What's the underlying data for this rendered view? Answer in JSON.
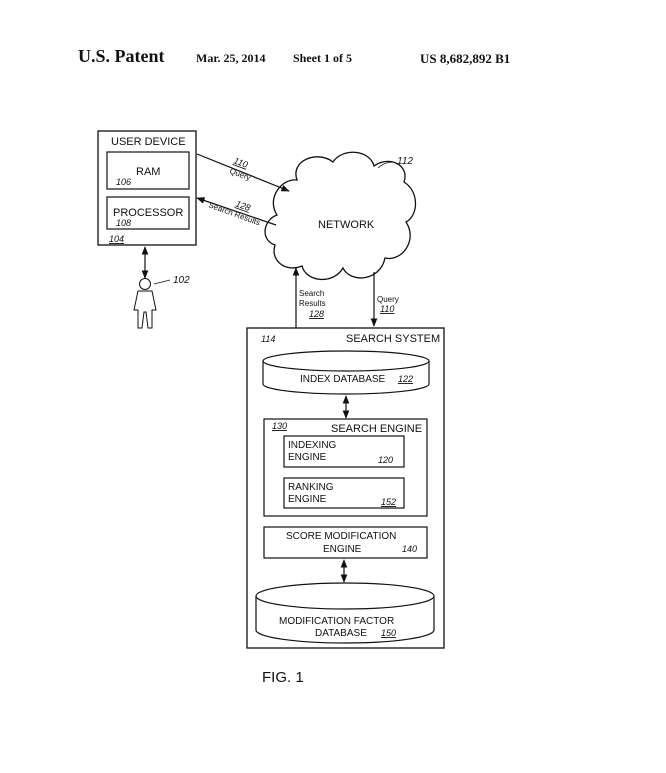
{
  "header": {
    "patent": "U.S. Patent",
    "date": "Mar. 25, 2014",
    "sheet": "Sheet 1 of 5",
    "number": "US 8,682,892 B1"
  },
  "diagram": {
    "user_device": {
      "title": "USER DEVICE",
      "ref": "104"
    },
    "ram": {
      "label": "RAM",
      "ref": "106"
    },
    "processor": {
      "label": "PROCESSOR",
      "ref": "108"
    },
    "user_ref": "102",
    "network": {
      "label": "NETWORK",
      "ref": "112"
    },
    "query_top": {
      "label": "Query",
      "ref": "110"
    },
    "results_top": {
      "label": "Search Results",
      "ref": "128"
    },
    "results_left": {
      "line1": "Search",
      "line2": "Results",
      "ref": "128"
    },
    "query_right": {
      "label": "Query",
      "ref": "110"
    },
    "search_system": {
      "title": "SEARCH SYSTEM",
      "ref": "114"
    },
    "index_db": {
      "label": "INDEX DATABASE",
      "ref": "122"
    },
    "search_engine": {
      "title": "SEARCH ENGINE",
      "ref": "130"
    },
    "indexing_engine": {
      "line1": "INDEXING",
      "line2": "ENGINE",
      "ref": "120"
    },
    "ranking_engine": {
      "line1": "RANKING",
      "line2": "ENGINE",
      "ref": "152"
    },
    "score_mod": {
      "line1": "SCORE MODIFICATION",
      "line2": "ENGINE",
      "ref": "140"
    },
    "mod_db": {
      "line1": "MODIFICATION FACTOR",
      "line2": "DATABASE",
      "ref": "150"
    },
    "figure_label": "FIG. 1"
  }
}
